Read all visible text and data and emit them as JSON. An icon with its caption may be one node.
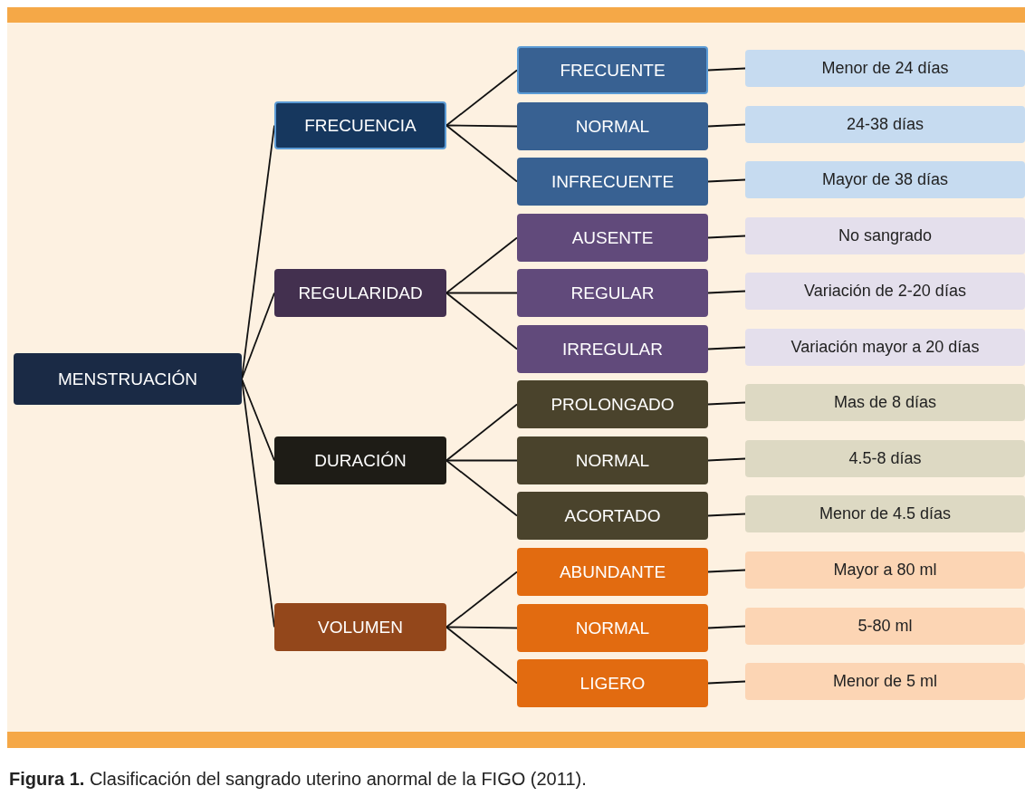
{
  "diagram": {
    "caption": "**Figura 1.** Clasificación del sangrado uterino anormal de la FIGO (2011).",
    "nodes": [
      {
        "text": [
          "MENSTRUACIÓN"
        ]
      },
      {
        "text": [
          "FRECUENCIA"
        ]
      },
      {
        "text": [
          "FRECUENTE"
        ]
      },
      {
        "text": [
          "Menor de 24 días"
        ]
      },
      {
        "text": [
          "NORMAL"
        ]
      },
      {
        "text": [
          "24-38 días"
        ]
      },
      {
        "text": [
          "INFRECUENTE"
        ]
      },
      {
        "text": [
          "Mayor de 38 días"
        ]
      },
      {
        "text": [
          "REGULARIDAD"
        ]
      },
      {
        "text": [
          "AUSENTE"
        ]
      },
      {
        "text": [
          "No sangrado"
        ]
      },
      {
        "text": [
          "REGULAR"
        ]
      },
      {
        "text": [
          "Variación de 2-20 días"
        ]
      },
      {
        "text": [
          "IRREGULAR"
        ]
      },
      {
        "text": [
          "Variación mayor a 20 días"
        ]
      },
      {
        "text": [
          "DURACIÓN"
        ]
      },
      {
        "text": [
          "PROLONGADO"
        ]
      },
      {
        "text": [
          "Mas de 8 días"
        ]
      },
      {
        "text": [
          "NORMAL"
        ]
      },
      {
        "text": [
          "4.5-8 días"
        ]
      },
      {
        "text": [
          "ACORTADO"
        ]
      },
      {
        "text": [
          "Menor de 4.5 días"
        ]
      },
      {
        "text": [
          "VOLUMEN"
        ]
      },
      {
        "text": [
          "ABUNDANTE"
        ]
      },
      {
        "text": [
          "Mayor a 80 ml"
        ]
      },
      {
        "text": [
          "NORMAL"
        ]
      },
      {
        "text": [
          "5-80 ml"
        ]
      },
      {
        "text": [
          "LIGERO"
        ]
      },
      {
        "text": [
          "Menor de 5 ml"
        ]
      }
    ],
    "edges": [
      {
        "from": 0,
        "to": 1,
        "arrow": "none"
      },
      {
        "from": 1,
        "to": 2,
        "arrow": "none"
      },
      {
        "from": 2,
        "to": 3,
        "arrow": "none"
      },
      {
        "from": 1,
        "to": 4,
        "arrow": "none"
      },
      {
        "from": 4,
        "to": 5,
        "arrow": "none"
      },
      {
        "from": 1,
        "to": 6,
        "arrow": "none"
      },
      {
        "from": 6,
        "to": 7,
        "arrow": "none"
      },
      {
        "from": 0,
        "to": 8,
        "arrow": "none"
      },
      {
        "from": 8,
        "to": 9,
        "arrow": "none"
      },
      {
        "from": 9,
        "to": 10,
        "arrow": "none"
      },
      {
        "from": 8,
        "to": 11,
        "arrow": "none"
      },
      {
        "from": 11,
        "to": 12,
        "arrow": "none"
      },
      {
        "from": 8,
        "to": 13,
        "arrow": "none"
      },
      {
        "from": 13,
        "to": 14,
        "arrow": "none"
      },
      {
        "from": 0,
        "to": 15,
        "arrow": "none"
      },
      {
        "from": 15,
        "to": 16,
        "arrow": "none"
      },
      {
        "from": 16,
        "to": 17,
        "arrow": "none"
      },
      {
        "from": 15,
        "to": 18,
        "arrow": "none"
      },
      {
        "from": 18,
        "to": 19,
        "arrow": "none"
      },
      {
        "from": 15,
        "to": 20,
        "arrow": "none"
      },
      {
        "from": 20,
        "to": 21,
        "arrow": "none"
      },
      {
        "from": 0,
        "to": 22,
        "arrow": "none"
      },
      {
        "from": 22,
        "to": 23,
        "arrow": "none"
      },
      {
        "from": 23,
        "to": 24,
        "arrow": "none"
      },
      {
        "from": 22,
        "to": 25,
        "arrow": "none"
      },
      {
        "from": 25,
        "to": 26,
        "arrow": "none"
      },
      {
        "from": 22,
        "to": 27,
        "arrow": "none"
      },
      {
        "from": 27,
        "to": 28,
        "arrow": "none"
      }
    ]
  }
}
